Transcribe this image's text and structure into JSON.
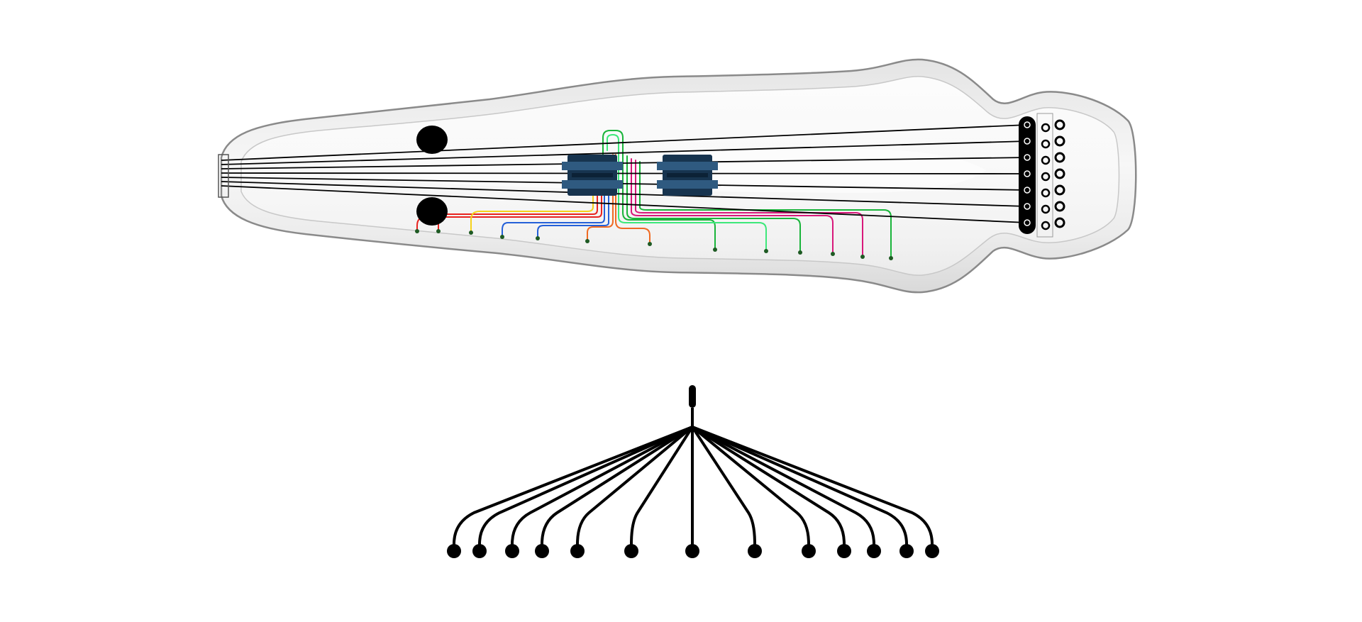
{
  "colors": {
    "background": "#ffffff",
    "body_fill": "#efefef",
    "body_edge": "#8a8a8a",
    "string": "#000000",
    "pickup": "#17344f",
    "pickup_highlight": "#2f5a80",
    "nut_bar": "#000000",
    "tuning_peg": "#000000",
    "control_knob": "#000000",
    "fan_line": "#000000",
    "fan_dot": "#000000",
    "wire_colors": [
      "#e8231f",
      "#f06a22",
      "#f5d21a",
      "#2460d8",
      "#19b43a",
      "#3de87a",
      "#d8187a"
    ],
    "wire_terminal": "#1e5a23"
  },
  "icons": {
    "instrument": "transparent-guitar-body-icon",
    "pickup": "pickup-icon",
    "knob": "control-knob-icon",
    "peg": "tuning-peg-icon",
    "fan": "string-fan-icon"
  },
  "instrument": {
    "string_count": 7,
    "pickup_count": 2,
    "knob_count": 2,
    "tuning_peg_count": 14,
    "wire_count": 13
  },
  "fan_diagram": {
    "branch_count": 13
  }
}
